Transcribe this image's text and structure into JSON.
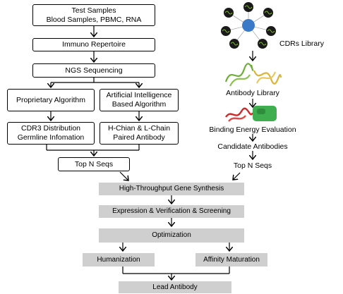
{
  "left_flow": {
    "test_samples": {
      "line1": "Test Samples",
      "line2": "Blood Samples, PBMC, RNA"
    },
    "immuno_repertoire": "Immuno Repertoire",
    "ngs_sequencing": "NGS Sequencing",
    "proprietary_algorithm": "Proprietary Algorithm",
    "ai_algorithm": {
      "line1": "Artificial Intelligence",
      "line2": "Based Algorithm"
    },
    "cdr3_distribution": {
      "line1": "CDR3 Distribution",
      "line2": "Germline Infomation"
    },
    "paired_antibody": {
      "line1": "H-Chian & L-Chain",
      "line2": "Paired Antibody"
    },
    "top_n_seqs": "Top N Seqs"
  },
  "right_flow": {
    "cdrs_library": "CDRs Library",
    "antibody_library": "Antibody Library",
    "binding_energy": "Binding Energy Evaluation",
    "candidate_antibodies": "Candidate Antibodies",
    "top_n_seqs": "Top N Seqs"
  },
  "bottom_flow": {
    "gene_synthesis": "High-Throughput Gene Synthesis",
    "expression": "Expression & Verification & Screening",
    "optimization": "Optimization",
    "humanization": "Humanization",
    "affinity_maturation": "Affinity Maturation",
    "lead_antibody": "Lead Antibody"
  }
}
